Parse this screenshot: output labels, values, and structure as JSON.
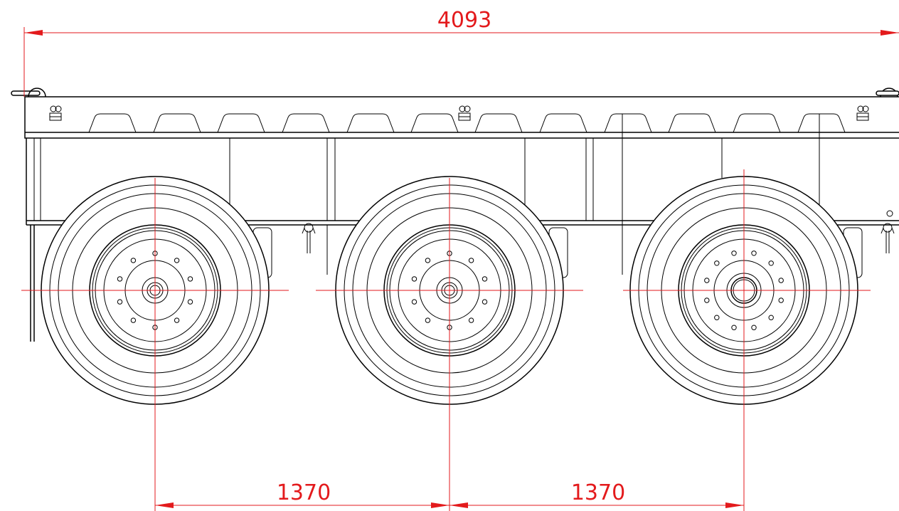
{
  "dimensions": {
    "overall_length": "4093",
    "axle_spacing_1": "1370",
    "axle_spacing_2": "1370"
  },
  "colors": {
    "dimension": "#e31a1c",
    "linework": "#000000",
    "background": "#ffffff"
  }
}
